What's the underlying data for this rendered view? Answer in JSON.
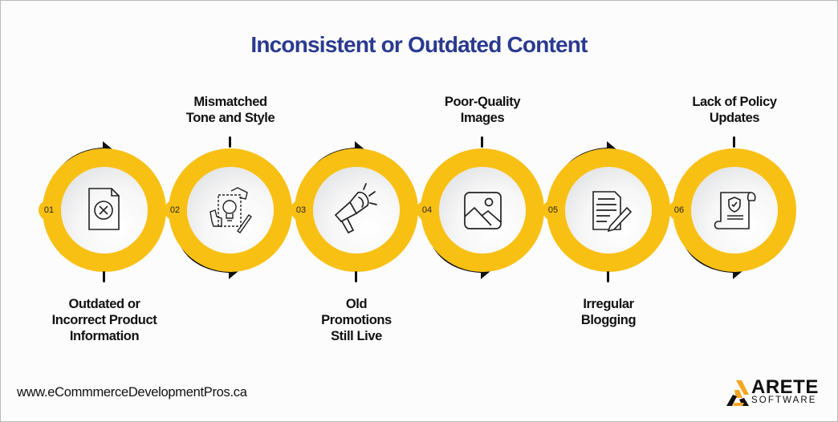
{
  "title": "Inconsistent or Outdated Content",
  "colors": {
    "title": "#2a3a8f",
    "ring": "#f9c014",
    "arrow": "#111111",
    "text": "#111111",
    "background": "#fcfcfc"
  },
  "steps": [
    {
      "number": "01",
      "label_lines": [
        "Outdated or",
        "Incorrect Product",
        "Information"
      ],
      "label_position": "below",
      "arrow_position": "top",
      "icon": "document-x-icon"
    },
    {
      "number": "02",
      "label_lines": [
        "Mismatched",
        "Tone and Style"
      ],
      "label_position": "above",
      "arrow_position": "bottom",
      "icon": "hands-lightbulb-idea-icon"
    },
    {
      "number": "03",
      "label_lines": [
        "Old",
        "Promotions",
        "Still Live"
      ],
      "label_position": "below",
      "arrow_position": "top",
      "icon": "megaphone-icon"
    },
    {
      "number": "04",
      "label_lines": [
        "Poor-Quality",
        "Images"
      ],
      "label_position": "above",
      "arrow_position": "bottom",
      "icon": "image-icon"
    },
    {
      "number": "05",
      "label_lines": [
        "Irregular",
        "Blogging"
      ],
      "label_position": "below",
      "arrow_position": "top",
      "icon": "document-pencil-icon"
    },
    {
      "number": "06",
      "label_lines": [
        "Lack of Policy",
        "Updates"
      ],
      "label_position": "above",
      "arrow_position": "bottom",
      "icon": "policy-scroll-shield-icon"
    }
  ],
  "footer": {
    "url": "www.eCommmerceDevelopmentPros.ca",
    "logo_word": "ARETE",
    "logo_sub": "SOFTWARE"
  }
}
